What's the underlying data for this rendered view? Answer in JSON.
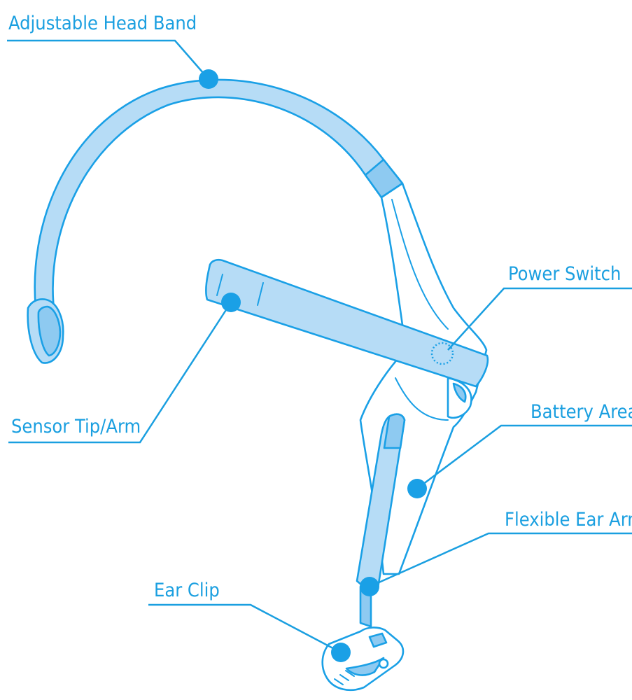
{
  "labels": {
    "head_band": "Adjustable Head Band",
    "power_switch": "Power Switch",
    "sensor_tip": "Sensor Tip/Arm",
    "battery_area": "Battery Area",
    "flexible_ear_arm": "Flexible Ear Arm",
    "ear_clip": "Ear Clip"
  },
  "colors": {
    "accent": "#1aa0e6",
    "light_fill": "#b6dcf6",
    "mid_fill": "#8ecaf1",
    "background": "#ffffff"
  }
}
